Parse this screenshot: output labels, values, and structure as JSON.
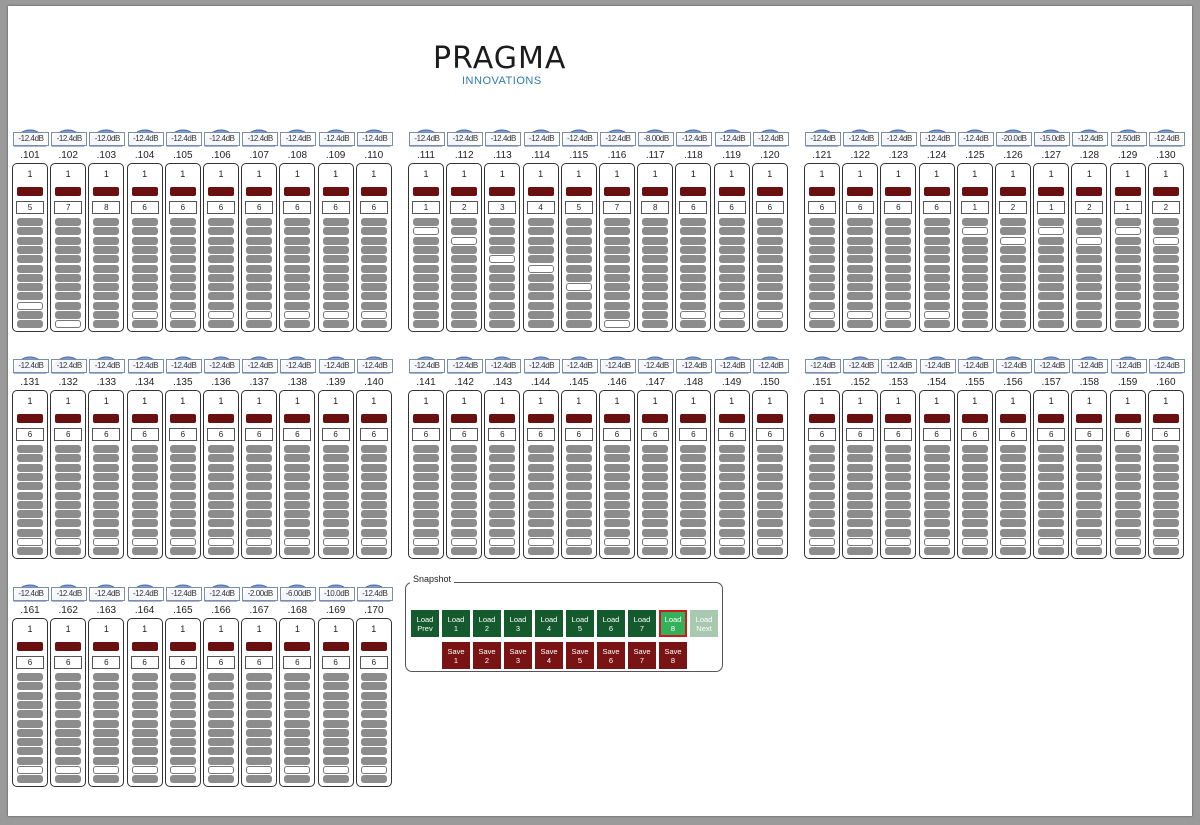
{
  "brand": {
    "name": "PRAGMA",
    "subtitle": "INNOVATIONS"
  },
  "colors": {
    "knob_fill": "#7a9cd8",
    "redbar": "#6a1010",
    "segment_off": "#8c8c8c",
    "load_button": "#145a2c",
    "load_active": "#34b05a",
    "save_button": "#7a1414"
  },
  "channels": [
    {
      "num": ".101",
      "db": "-12.4dB",
      "sel": "1",
      "value": "5",
      "lit": [
        9
      ]
    },
    {
      "num": ".102",
      "db": "-12.4dB",
      "sel": "1",
      "value": "7",
      "lit": [
        11
      ]
    },
    {
      "num": ".103",
      "db": "-12.0dB",
      "sel": "1",
      "value": "8",
      "lit": [
        12
      ]
    },
    {
      "num": ".104",
      "db": "-12.4dB",
      "sel": "1",
      "value": "6",
      "lit": [
        10
      ]
    },
    {
      "num": ".105",
      "db": "-12.4dB",
      "sel": "1",
      "value": "6",
      "lit": [
        10
      ]
    },
    {
      "num": ".106",
      "db": "-12.4dB",
      "sel": "1",
      "value": "6",
      "lit": [
        10
      ]
    },
    {
      "num": ".107",
      "db": "-12.4dB",
      "sel": "1",
      "value": "6",
      "lit": [
        10
      ]
    },
    {
      "num": ".108",
      "db": "-12.4dB",
      "sel": "1",
      "value": "6",
      "lit": [
        10
      ]
    },
    {
      "num": ".109",
      "db": "-12.4dB",
      "sel": "1",
      "value": "6",
      "lit": [
        10
      ]
    },
    {
      "num": ".110",
      "db": "-12.4dB",
      "sel": "1",
      "value": "6",
      "lit": [
        10
      ]
    },
    {
      "num": ".111",
      "db": "-12.4dB",
      "sel": "1",
      "value": "1",
      "lit": [
        1
      ]
    },
    {
      "num": ".112",
      "db": "-12.4dB",
      "sel": "1",
      "value": "2",
      "lit": [
        2
      ]
    },
    {
      "num": ".113",
      "db": "-12.4dB",
      "sel": "1",
      "value": "3",
      "lit": [
        4
      ]
    },
    {
      "num": ".114",
      "db": "-12.4dB",
      "sel": "1",
      "value": "4",
      "lit": [
        5
      ]
    },
    {
      "num": ".115",
      "db": "-12.4dB",
      "sel": "1",
      "value": "5",
      "lit": [
        7
      ]
    },
    {
      "num": ".116",
      "db": "-12.4dB",
      "sel": "1",
      "value": "7",
      "lit": [
        11
      ]
    },
    {
      "num": ".117",
      "db": "-8.00dB",
      "sel": "1",
      "value": "8",
      "lit": [
        12
      ]
    },
    {
      "num": ".118",
      "db": "-12.4dB",
      "sel": "1",
      "value": "6",
      "lit": [
        10
      ]
    },
    {
      "num": ".119",
      "db": "-12.4dB",
      "sel": "1",
      "value": "6",
      "lit": [
        10
      ]
    },
    {
      "num": ".120",
      "db": "-12.4dB",
      "sel": "1",
      "value": "6",
      "lit": [
        10
      ]
    },
    {
      "num": ".121",
      "db": "-12.4dB",
      "sel": "1",
      "value": "6",
      "lit": [
        10
      ]
    },
    {
      "num": ".122",
      "db": "-12.4dB",
      "sel": "1",
      "value": "6",
      "lit": [
        10
      ]
    },
    {
      "num": ".123",
      "db": "-12.4dB",
      "sel": "1",
      "value": "6",
      "lit": [
        10
      ]
    },
    {
      "num": ".124",
      "db": "-12.4dB",
      "sel": "1",
      "value": "6",
      "lit": [
        10
      ]
    },
    {
      "num": ".125",
      "db": "-12.4dB",
      "sel": "1",
      "value": "1",
      "lit": [
        1
      ]
    },
    {
      "num": ".126",
      "db": "-20.0dB",
      "sel": "1",
      "value": "2",
      "lit": [
        2
      ]
    },
    {
      "num": ".127",
      "db": "-15.0dB",
      "sel": "1",
      "value": "1",
      "lit": [
        1
      ]
    },
    {
      "num": ".128",
      "db": "-12.4dB",
      "sel": "1",
      "value": "2",
      "lit": [
        2
      ]
    },
    {
      "num": ".129",
      "db": "2.50dB",
      "sel": "1",
      "value": "1",
      "lit": [
        1
      ]
    },
    {
      "num": ".130",
      "db": "-12.4dB",
      "sel": "1",
      "value": "2",
      "lit": [
        2
      ]
    },
    {
      "num": ".131",
      "db": "-12.4dB",
      "sel": "1",
      "value": "6",
      "lit": [
        10
      ]
    },
    {
      "num": ".132",
      "db": "-12.4dB",
      "sel": "1",
      "value": "6",
      "lit": [
        10
      ]
    },
    {
      "num": ".133",
      "db": "-12.4dB",
      "sel": "1",
      "value": "6",
      "lit": [
        10
      ]
    },
    {
      "num": ".134",
      "db": "-12.4dB",
      "sel": "1",
      "value": "6",
      "lit": [
        10
      ]
    },
    {
      "num": ".135",
      "db": "-12.4dB",
      "sel": "1",
      "value": "6",
      "lit": [
        10
      ]
    },
    {
      "num": ".136",
      "db": "-12.4dB",
      "sel": "1",
      "value": "6",
      "lit": [
        10
      ]
    },
    {
      "num": ".137",
      "db": "-12.4dB",
      "sel": "1",
      "value": "6",
      "lit": [
        10
      ]
    },
    {
      "num": ".138",
      "db": "-12.4dB",
      "sel": "1",
      "value": "6",
      "lit": [
        10
      ]
    },
    {
      "num": ".139",
      "db": "-12.4dB",
      "sel": "1",
      "value": "6",
      "lit": [
        10
      ]
    },
    {
      "num": ".140",
      "db": "-12.4dB",
      "sel": "1",
      "value": "6",
      "lit": [
        10
      ]
    },
    {
      "num": ".141",
      "db": "-12.4dB",
      "sel": "1",
      "value": "6",
      "lit": [
        10
      ]
    },
    {
      "num": ".142",
      "db": "-12.4dB",
      "sel": "1",
      "value": "6",
      "lit": [
        10
      ]
    },
    {
      "num": ".143",
      "db": "-12.4dB",
      "sel": "1",
      "value": "6",
      "lit": [
        10
      ]
    },
    {
      "num": ".144",
      "db": "-12.4dB",
      "sel": "1",
      "value": "6",
      "lit": [
        10
      ]
    },
    {
      "num": ".145",
      "db": "-12.4dB",
      "sel": "1",
      "value": "6",
      "lit": [
        10
      ]
    },
    {
      "num": ".146",
      "db": "-12.4dB",
      "sel": "1",
      "value": "6",
      "lit": [
        10
      ]
    },
    {
      "num": ".147",
      "db": "-12.4dB",
      "sel": "1",
      "value": "6",
      "lit": [
        10
      ]
    },
    {
      "num": ".148",
      "db": "-12.4dB",
      "sel": "1",
      "value": "6",
      "lit": [
        10
      ]
    },
    {
      "num": ".149",
      "db": "-12.4dB",
      "sel": "1",
      "value": "6",
      "lit": [
        10
      ]
    },
    {
      "num": ".150",
      "db": "-12.4dB",
      "sel": "1",
      "value": "6",
      "lit": [
        10
      ]
    },
    {
      "num": ".151",
      "db": "-12.4dB",
      "sel": "1",
      "value": "6",
      "lit": [
        10
      ]
    },
    {
      "num": ".152",
      "db": "-12.4dB",
      "sel": "1",
      "value": "6",
      "lit": [
        10
      ]
    },
    {
      "num": ".153",
      "db": "-12.4dB",
      "sel": "1",
      "value": "6",
      "lit": [
        10
      ]
    },
    {
      "num": ".154",
      "db": "-12.4dB",
      "sel": "1",
      "value": "6",
      "lit": [
        10
      ]
    },
    {
      "num": ".155",
      "db": "-12.4dB",
      "sel": "1",
      "value": "6",
      "lit": [
        10
      ]
    },
    {
      "num": ".156",
      "db": "-12.4dB",
      "sel": "1",
      "value": "6",
      "lit": [
        10
      ]
    },
    {
      "num": ".157",
      "db": "-12.4dB",
      "sel": "1",
      "value": "6",
      "lit": [
        10
      ]
    },
    {
      "num": ".158",
      "db": "-12.4dB",
      "sel": "1",
      "value": "6",
      "lit": [
        10
      ]
    },
    {
      "num": ".159",
      "db": "-12.4dB",
      "sel": "1",
      "value": "6",
      "lit": [
        10
      ]
    },
    {
      "num": ".160",
      "db": "-12.4dB",
      "sel": "1",
      "value": "6",
      "lit": [
        10
      ]
    },
    {
      "num": ".161",
      "db": "-12.4dB",
      "sel": "1",
      "value": "6",
      "lit": [
        10
      ]
    },
    {
      "num": ".162",
      "db": "-12.4dB",
      "sel": "1",
      "value": "6",
      "lit": [
        10
      ]
    },
    {
      "num": ".163",
      "db": "-12.4dB",
      "sel": "1",
      "value": "6",
      "lit": [
        10
      ]
    },
    {
      "num": ".164",
      "db": "-12.4dB",
      "sel": "1",
      "value": "6",
      "lit": [
        10
      ]
    },
    {
      "num": ".165",
      "db": "-12.4dB",
      "sel": "1",
      "value": "6",
      "lit": [
        10
      ]
    },
    {
      "num": ".166",
      "db": "-12.4dB",
      "sel": "1",
      "value": "6",
      "lit": [
        10
      ]
    },
    {
      "num": ".167",
      "db": "-2.00dB",
      "sel": "1",
      "value": "6",
      "lit": [
        10
      ]
    },
    {
      "num": ".168",
      "db": "-6.00dB",
      "sel": "1",
      "value": "6",
      "lit": [
        10
      ]
    },
    {
      "num": ".169",
      "db": "-10.0dB",
      "sel": "1",
      "value": "6",
      "lit": [
        10
      ]
    },
    {
      "num": ".170",
      "db": "-12.4dB",
      "sel": "1",
      "value": "6",
      "lit": [
        10
      ]
    }
  ],
  "snapshot": {
    "title": "Snapshot",
    "load_buttons": [
      {
        "label": "Load\nPrev",
        "state": "normal"
      },
      {
        "label": "Load\n1",
        "state": "normal"
      },
      {
        "label": "Load\n2",
        "state": "normal"
      },
      {
        "label": "Load\n3",
        "state": "normal"
      },
      {
        "label": "Load\n4",
        "state": "normal"
      },
      {
        "label": "Load\n5",
        "state": "normal"
      },
      {
        "label": "Load\n6",
        "state": "normal"
      },
      {
        "label": "Load\n7",
        "state": "normal"
      },
      {
        "label": "Load\n8",
        "state": "active"
      },
      {
        "label": "Load\nNext",
        "state": "disabled"
      }
    ],
    "save_buttons": [
      {
        "label": "Save\n1"
      },
      {
        "label": "Save\n2"
      },
      {
        "label": "Save\n3"
      },
      {
        "label": "Save\n4"
      },
      {
        "label": "Save\n5"
      },
      {
        "label": "Save\n6"
      },
      {
        "label": "Save\n7"
      },
      {
        "label": "Save\n8"
      }
    ]
  }
}
